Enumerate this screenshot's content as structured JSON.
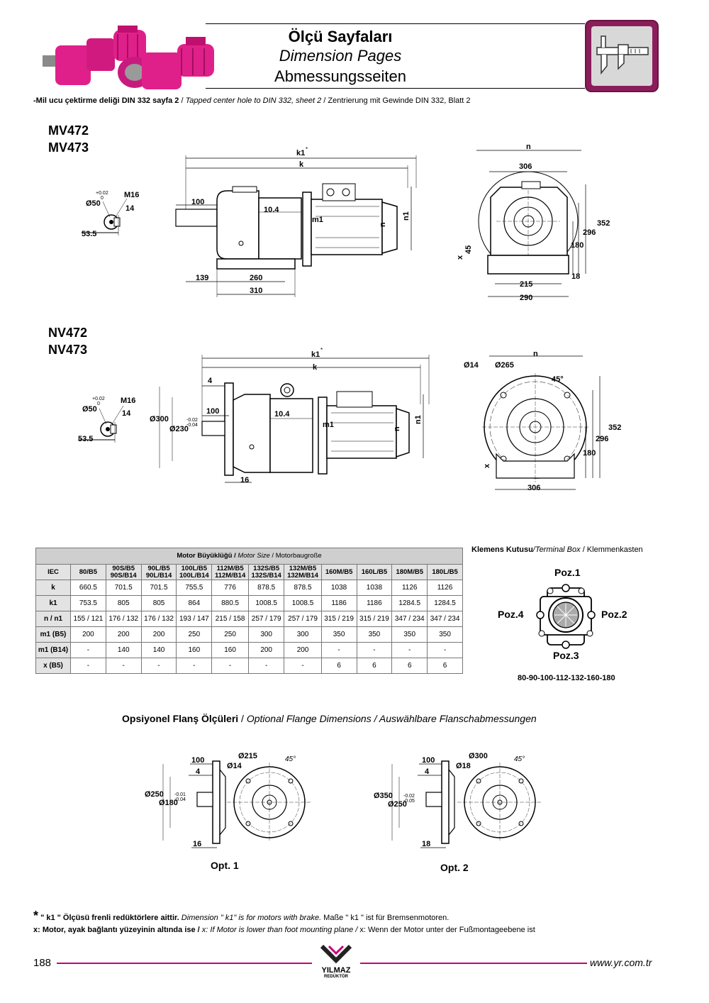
{
  "header": {
    "title_tr": "Ölçü Sayfaları",
    "title_en": "Dimension Pages",
    "title_de": "Abmessungsseiten"
  },
  "colors": {
    "brand_magenta": "#c7007e",
    "gearbox_pink": "#e0208a"
  },
  "note_line": {
    "tr": "-Mil ucu çektirme deliği DIN 332 sayfa 2",
    "en": "Tapped center hole to DIN 332, sheet 2",
    "de": "Zentrierung mit Gewinde DIN 332, Blatt 2",
    "sep": " / "
  },
  "section1": {
    "model_a": "MV472",
    "model_b": "MV473",
    "shaft": {
      "d": "Ø50",
      "tol_up": "+0.02",
      "tol_lo": "0",
      "thread": "M16",
      "key": "14",
      "height": "53.5"
    },
    "side": {
      "k1": "k1",
      "k1_star": "*",
      "k": "k",
      "d100": "100",
      "d10_4": "10.4",
      "m1": "m1",
      "n": "n",
      "n1": "n1",
      "d139": "139",
      "d260": "260",
      "d310": "310"
    },
    "front": {
      "n": "n",
      "d306": "306",
      "d352": "352",
      "d296": "296",
      "d180": "180",
      "d45": "45",
      "x": "x",
      "d18": "18",
      "d215": "215",
      "d290": "290"
    }
  },
  "section2": {
    "model_a": "NV472",
    "model_b": "NV473",
    "shaft": {
      "d": "Ø50",
      "tol_up": "+0.02",
      "tol_lo": "0",
      "thread": "M16",
      "key": "14",
      "height": "53.5"
    },
    "side": {
      "k1": "k1",
      "k1_star": "*",
      "k": "k",
      "d4": "4",
      "d100": "100",
      "d10_4": "10.4",
      "m1": "m1",
      "n": "n",
      "n1": "n1",
      "d300": "Ø300",
      "d230": "Ø230",
      "tol_a": "-0.02",
      "tol_b": "-0.04",
      "d16": "16"
    },
    "front": {
      "n": "n",
      "hole": "Ø14",
      "pcd": "Ø265",
      "angle": "45°",
      "d352": "352",
      "d296": "296",
      "d180": "180",
      "x": "x",
      "d306": "306"
    }
  },
  "table": {
    "title_bold": "Motor Büyüklüğü / ",
    "title_italic": "Motor Size",
    "title_rest": " / Motorbaugroße",
    "columns": [
      "IEC",
      "80/B5",
      "90S/B5\n90S/B14",
      "90L/B5\n90L/B14",
      "100L/B5\n100L/B14",
      "112M/B5\n112M/B14",
      "132S/B5\n132S/B14",
      "132M/B5\n132M/B14",
      "160M/B5",
      "160L/B5",
      "180M/B5",
      "180L/B5"
    ],
    "rows": [
      {
        "label": "k",
        "values": [
          "660.5",
          "701.5",
          "701.5",
          "755.5",
          "776",
          "878.5",
          "878.5",
          "1038",
          "1038",
          "1126",
          "1126"
        ]
      },
      {
        "label": "k1",
        "values": [
          "753.5",
          "805",
          "805",
          "864",
          "880.5",
          "1008.5",
          "1008.5",
          "1186",
          "1186",
          "1284.5",
          "1284.5"
        ]
      },
      {
        "label": "n / n1",
        "values": [
          "155 / 121",
          "176 / 132",
          "176 / 132",
          "193 / 147",
          "215 / 158",
          "257 / 179",
          "257 / 179",
          "315 / 219",
          "315 / 219",
          "347 / 234",
          "347 / 234"
        ]
      },
      {
        "label": "m1 (B5)",
        "values": [
          "200",
          "200",
          "200",
          "250",
          "250",
          "300",
          "300",
          "350",
          "350",
          "350",
          "350"
        ]
      },
      {
        "label": "m1 (B14)",
        "values": [
          "-",
          "140",
          "140",
          "160",
          "160",
          "200",
          "200",
          "-",
          "-",
          "-",
          "-"
        ]
      },
      {
        "label": "x (B5)",
        "values": [
          "-",
          "-",
          "-",
          "-",
          "-",
          "-",
          "-",
          "6",
          "6",
          "6",
          "6"
        ]
      }
    ]
  },
  "terminal_box": {
    "title_bold": "Klemens Kutusu",
    "title_italic": "/Terminal Box",
    "title_rest": " / Klemmenkasten",
    "poz1": "Poz.1",
    "poz2": "Poz.2",
    "poz3": "Poz.3",
    "poz4": "Poz.4",
    "sizes": "80-90-100-112-132-160-180"
  },
  "flange": {
    "title_bold": "Opsiyonel Flanş Ölçüleri",
    "title_rest": " / ",
    "title_italic": "Optional Flange Dimensions / Auswählbare Flanschabmessungen",
    "opt1": {
      "label": "Opt. 1",
      "d100": "100",
      "d4": "4",
      "od": "Ø250",
      "pilot": "Ø180",
      "tol_a": "-0.01",
      "tol_b": "-0.04",
      "d16": "16",
      "pcd": "Ø215",
      "hole": "Ø14",
      "angle": "45°"
    },
    "opt2": {
      "label": "Opt. 2",
      "d100": "100",
      "d4": "4",
      "od": "Ø350",
      "pilot": "Ø250",
      "tol_a": "-0.02",
      "tol_b": "-0.05",
      "d18": "18",
      "pcd": "Ø300",
      "hole": "Ø18",
      "angle": "45°"
    }
  },
  "footnotes": {
    "star": "*",
    "line1_bold": "\" k1 \" Ölçüsü frenli redüktörlere aittir.",
    "line1_italic": " Dimension \" k1\" is for motors with brake.",
    "line1_rest": " Maße \" k1 \" ist für Bremsenmotoren.",
    "line2_bold": "x: Motor, ayak bağlantı yüzeyinin altında ise / ",
    "line2_italic": "x: If Motor is lower than foot mounting plane / ",
    "line2_rest": "x: Wenn der Motor unter der Fußmontageebene ist"
  },
  "footer": {
    "page": "188",
    "logo": "YILMAZ",
    "logo_sub": "REDÜKTÖR",
    "url": "www.yr.com.tr"
  }
}
